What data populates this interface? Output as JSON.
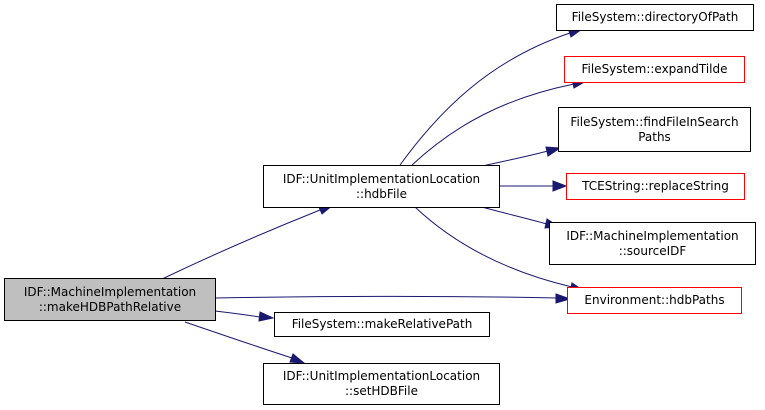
{
  "colors": {
    "edge": "#191970",
    "root_fill": "#bfbfbf",
    "node_border": "#000000",
    "undocumented_border": "#ff0000"
  },
  "nodes": {
    "root": {
      "line1": "IDF::MachineImplementation",
      "line2": "::makeHDBPathRelative"
    },
    "hdbFile": {
      "line1": "IDF::UnitImplementationLocation",
      "line2": "::hdbFile"
    },
    "makeRel": {
      "line1": "FileSystem::makeRelativePath"
    },
    "setHDB": {
      "line1": "IDF::UnitImplementationLocation",
      "line2": "::setHDBFile"
    },
    "dirOfPath": {
      "line1": "FileSystem::directoryOfPath"
    },
    "expandTilde": {
      "line1": "FileSystem::expandTilde"
    },
    "findFile": {
      "line1": "FileSystem::findFileInSearch",
      "line2": "Paths"
    },
    "replaceStr": {
      "line1": "TCEString::replaceString"
    },
    "sourceIDF": {
      "line1": "IDF::MachineImplementation",
      "line2": "::sourceIDF"
    },
    "hdbPaths": {
      "line1": "Environment::hdbPaths"
    }
  }
}
